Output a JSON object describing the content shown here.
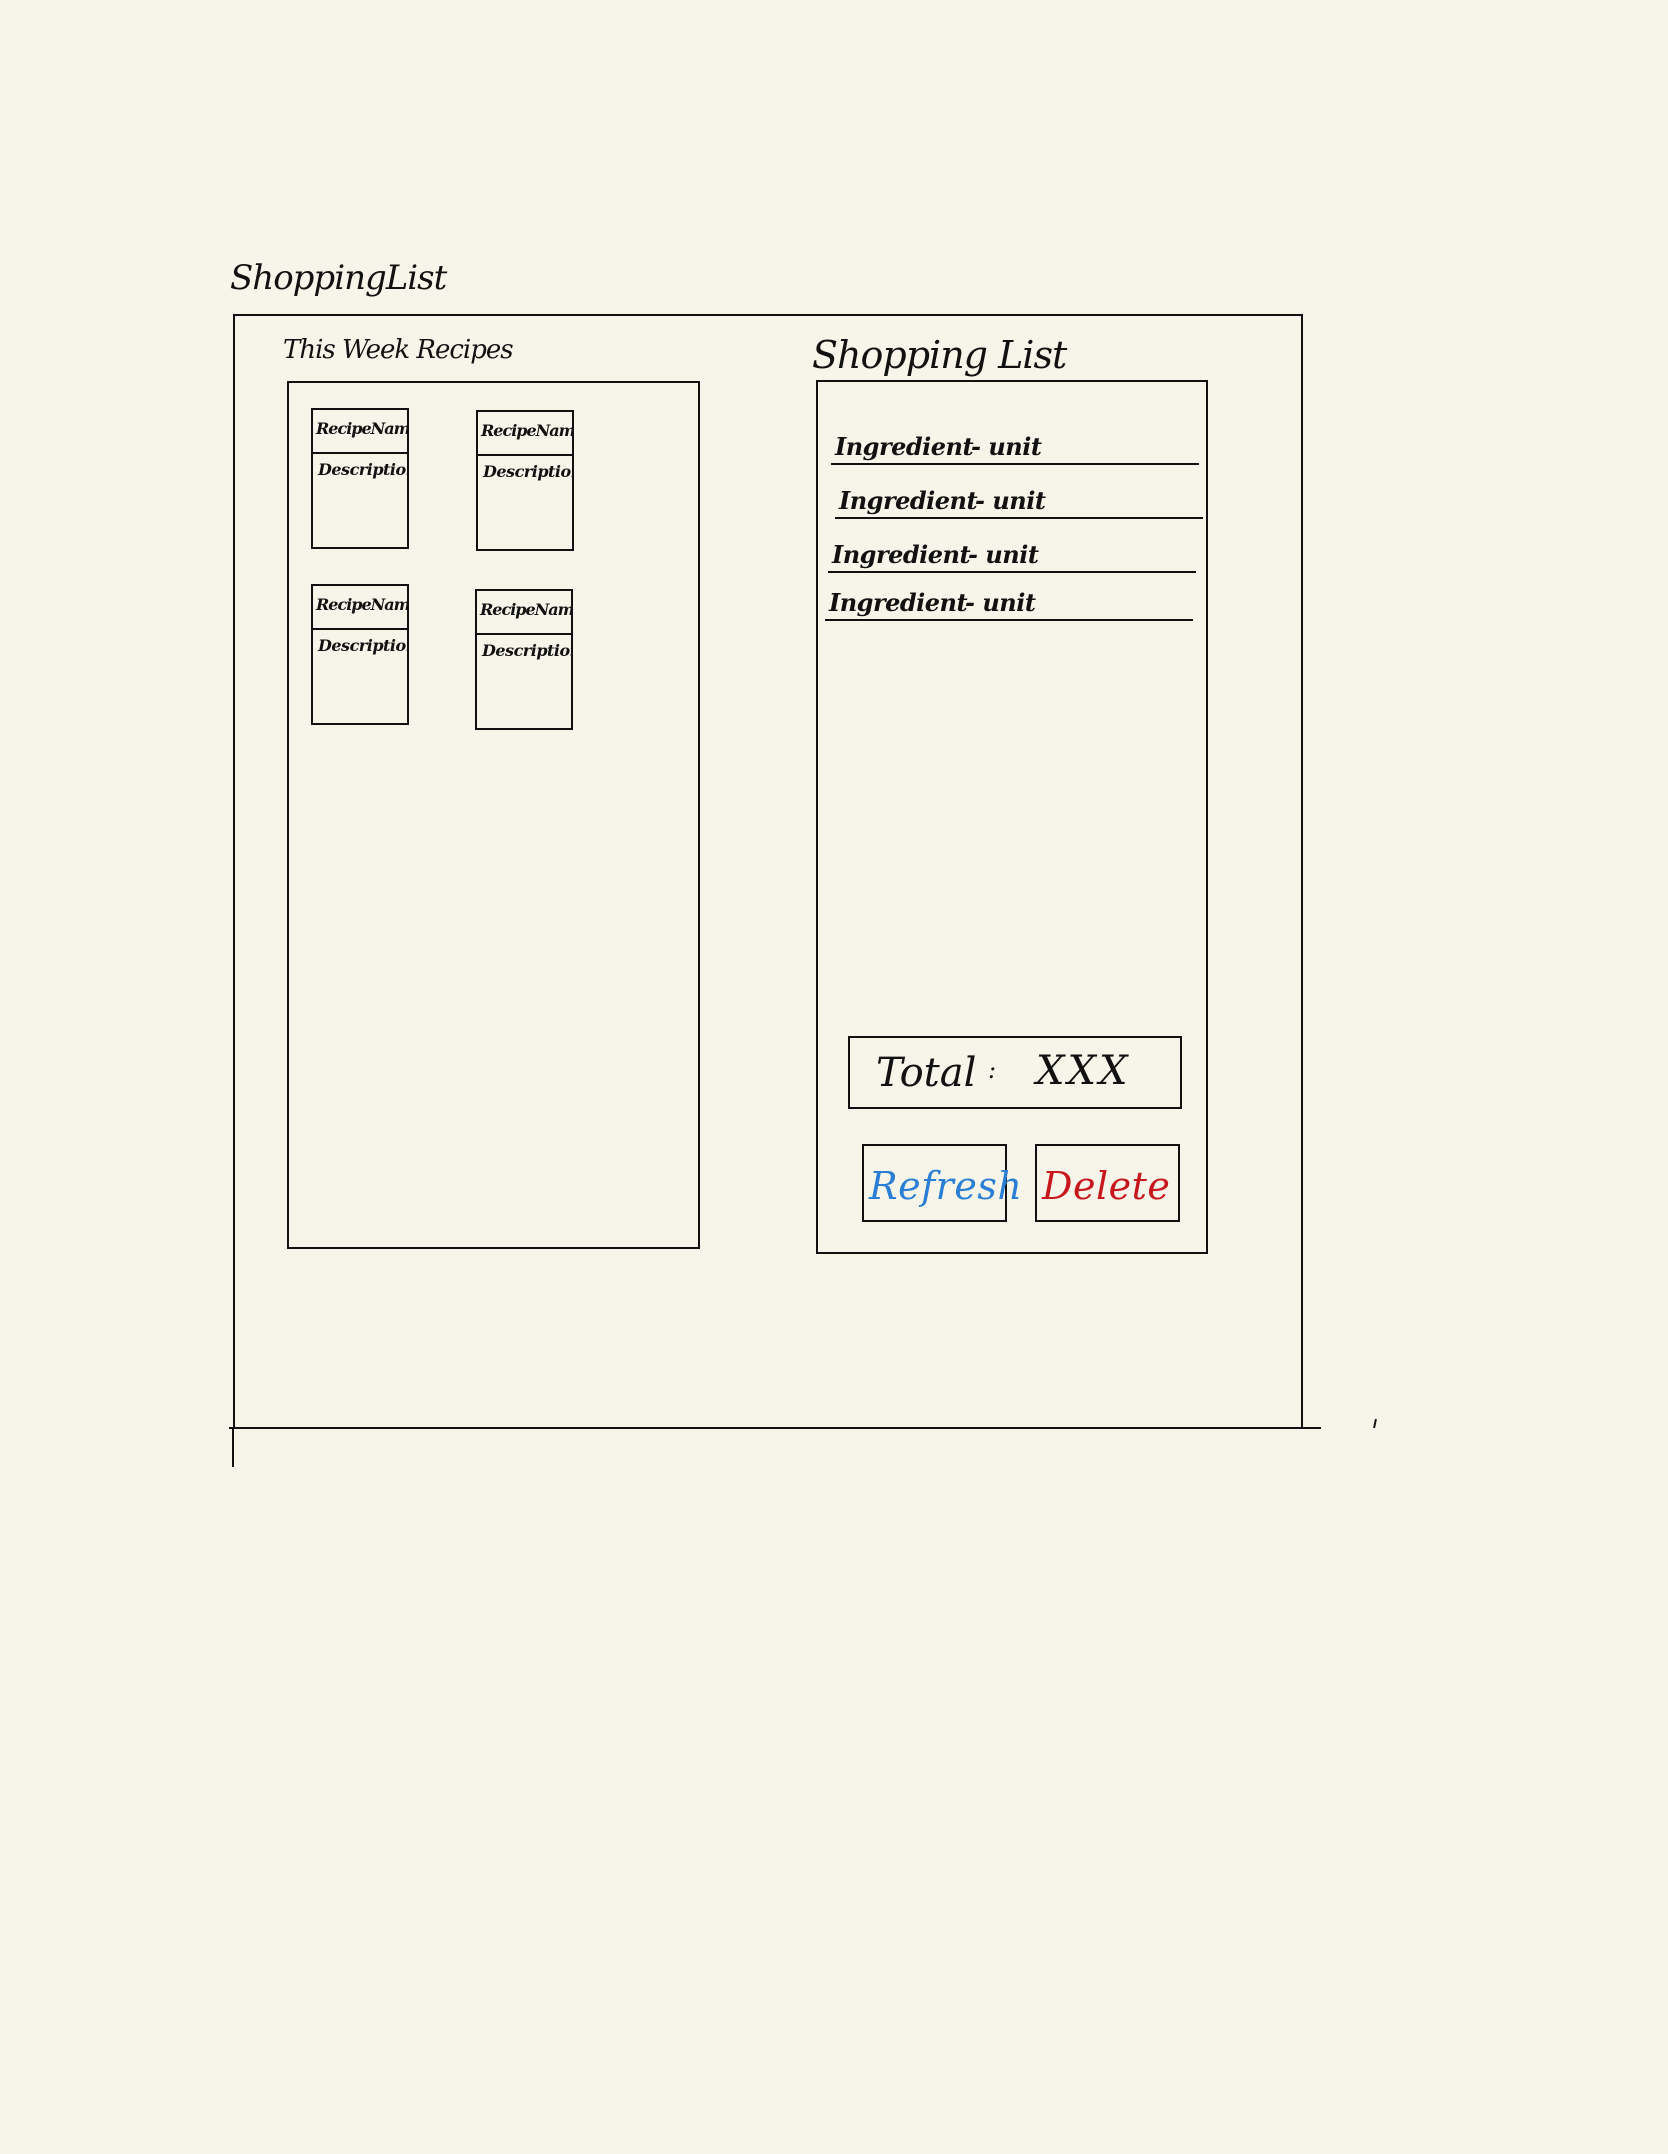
{
  "app": {
    "title": "ShoppingList"
  },
  "recipes_section": {
    "label": "This Week Recipes",
    "cards": [
      {
        "name": "RecipeName",
        "description": "Description"
      },
      {
        "name": "RecipeName",
        "description": "Description"
      },
      {
        "name": "RecipeName",
        "description": "Description"
      },
      {
        "name": "RecipeName",
        "description": "Description"
      }
    ]
  },
  "shopping_section": {
    "label": "Shopping List",
    "items": [
      {
        "ingredient": "Ingredient",
        "unit": "- unit"
      },
      {
        "ingredient": "Ingredient",
        "unit": "- unit"
      },
      {
        "ingredient": "Ingredient",
        "unit": "- unit"
      },
      {
        "ingredient": "Ingredient",
        "unit": "- unit"
      }
    ],
    "total_label": "Total",
    "total_separator": ":",
    "total_value": "XXX"
  },
  "actions": {
    "refresh_label": "Refresh",
    "delete_label": "Delete"
  },
  "colors": {
    "background": "#f7f5ea",
    "ink": "#111111",
    "refresh": "#2a7fd4",
    "delete": "#c8161d"
  }
}
